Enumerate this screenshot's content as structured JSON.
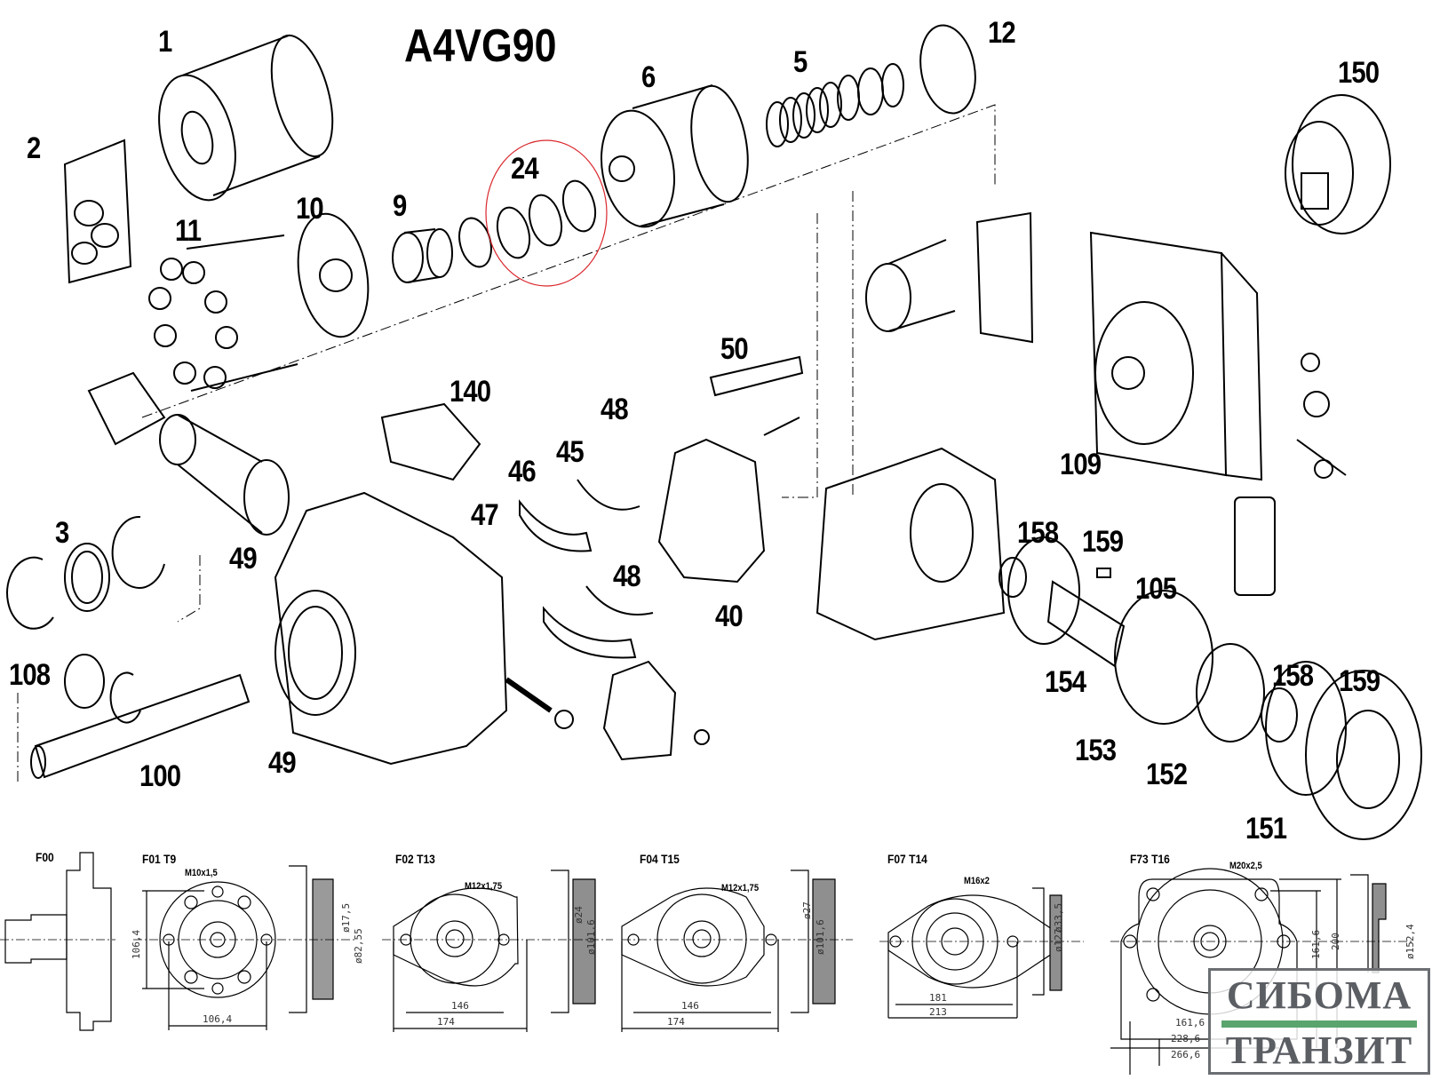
{
  "title": "A4VG90",
  "highlight_color": "#d9262c",
  "part_numbers": [
    {
      "id": "1",
      "label": "1"
    },
    {
      "id": "2",
      "label": "2"
    },
    {
      "id": "3",
      "label": "3"
    },
    {
      "id": "5",
      "label": "5"
    },
    {
      "id": "6",
      "label": "6"
    },
    {
      "id": "9",
      "label": "9"
    },
    {
      "id": "10",
      "label": "10"
    },
    {
      "id": "11",
      "label": "11"
    },
    {
      "id": "12",
      "label": "12"
    },
    {
      "id": "24",
      "label": "24"
    },
    {
      "id": "40",
      "label": "40"
    },
    {
      "id": "45",
      "label": "45"
    },
    {
      "id": "46",
      "label": "46"
    },
    {
      "id": "47",
      "label": "47"
    },
    {
      "id": "48a",
      "label": "48"
    },
    {
      "id": "48b",
      "label": "48"
    },
    {
      "id": "49a",
      "label": "49"
    },
    {
      "id": "49b",
      "label": "49"
    },
    {
      "id": "50",
      "label": "50"
    },
    {
      "id": "100",
      "label": "100"
    },
    {
      "id": "105",
      "label": "105"
    },
    {
      "id": "108",
      "label": "108"
    },
    {
      "id": "109",
      "label": "109"
    },
    {
      "id": "140",
      "label": "140"
    },
    {
      "id": "150",
      "label": "150"
    },
    {
      "id": "151",
      "label": "151"
    },
    {
      "id": "152",
      "label": "152"
    },
    {
      "id": "153",
      "label": "153"
    },
    {
      "id": "154",
      "label": "154"
    },
    {
      "id": "158a",
      "label": "158"
    },
    {
      "id": "158b",
      "label": "158"
    },
    {
      "id": "159a",
      "label": "159"
    },
    {
      "id": "159b",
      "label": "159"
    }
  ],
  "flanges": [
    {
      "code": "F00",
      "thread": "",
      "dims": []
    },
    {
      "code": "F01 T9",
      "thread": "M10x1,5",
      "dims": [
        "106,4",
        "106,4",
        "ø17,5",
        "ø82,55"
      ]
    },
    {
      "code": "F02 T13",
      "thread": "M12x1,75",
      "dims": [
        "146",
        "174",
        "ø24",
        "ø101,6"
      ]
    },
    {
      "code": "F04 T15",
      "thread": "M12x1,75",
      "dims": [
        "146",
        "174",
        "ø27",
        "ø101,6"
      ]
    },
    {
      "code": "F07  T14",
      "thread": "M16x2",
      "dims": [
        "181",
        "213",
        "ø33,5",
        "ø127"
      ]
    },
    {
      "code": "F73  T16",
      "thread": "M20x2,5",
      "dims": [
        "161,6",
        "200",
        "ø152,4",
        "161,6",
        "228,6",
        "266,6"
      ]
    }
  ],
  "watermark": {
    "line1": "СИБОМА",
    "line2": "ТРАНЗИТ",
    "bar_color": "#5aa46e",
    "text_color": "#5b5e63"
  }
}
